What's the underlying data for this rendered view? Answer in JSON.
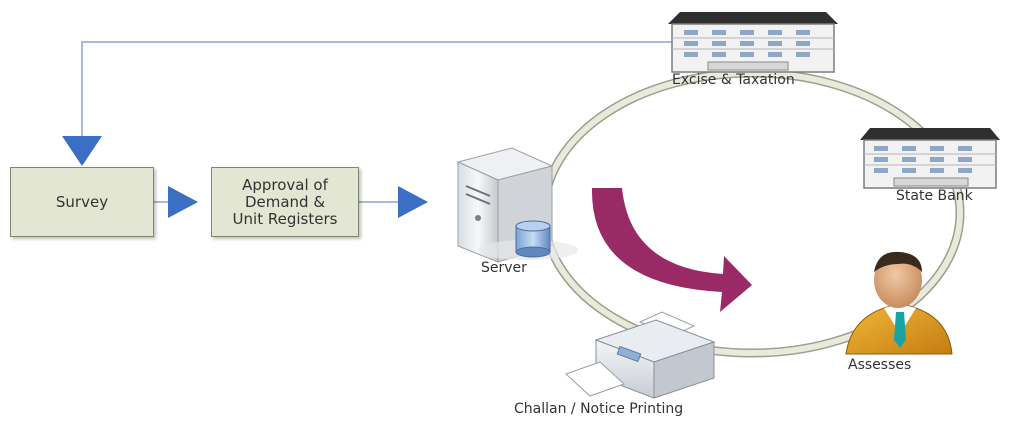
{
  "process": {
    "survey_label": "Survey",
    "approval_label": "Approval of\nDemand &\nUnit Registers"
  },
  "nodes": {
    "excise_label": "Excise & Taxation",
    "bank_label": "State Bank",
    "server_label": "Server",
    "assesses_label": "Assesses",
    "challan_label": "Challan / Notice Printing"
  },
  "colors": {
    "box_fill": "#e3e6d2",
    "arrow_blue": "#3a6fc4",
    "connector_line": "#a9bbd8",
    "ring": "#d8d8c4",
    "curved_arrow": "#9a2a66"
  },
  "icons": [
    "building-icon",
    "server-icon",
    "database-icon",
    "person-icon",
    "printer-icon"
  ]
}
